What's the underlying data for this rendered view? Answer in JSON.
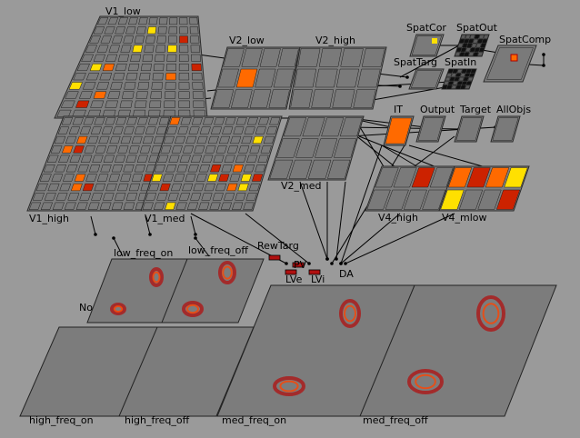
{
  "layers": {
    "v1_low": "V1_low",
    "v1_high": "V1_high",
    "v1_med": "V1_med",
    "v2_low": "V2_low",
    "v2_high": "V2_high",
    "v2_med": "V2_med",
    "v4_high": "V4_high",
    "v4_mlow": "V4_mlow",
    "it": "IT",
    "output": "Output",
    "target": "Target",
    "allobjs": "AllObjs",
    "spatcor": "SpatCor",
    "spatout": "SpatOut",
    "spatcomp": "SpatComp",
    "spattarg": "SpatTarg",
    "spatin": "SpatIn",
    "rewtarg": "RewTarg",
    "pv": "PV",
    "lve": "LVe",
    "lvi": "LVi",
    "da": "DA",
    "low_freq_on": "low_freq_on",
    "low_freq_off": "low_freq_off",
    "high_freq_on": "high_freq_on",
    "high_freq_off": "high_freq_off",
    "med_freq_on": "med_freq_on",
    "med_freq_off": "med_freq_off",
    "no_label": "No"
  },
  "colors": {
    "background": "#9a9a9a",
    "unit": "#7a7a7a",
    "grid": "#1e1e1e",
    "active_low": "#cc2200",
    "active_mid": "#ff6a00",
    "active_high": "#ffe000"
  }
}
